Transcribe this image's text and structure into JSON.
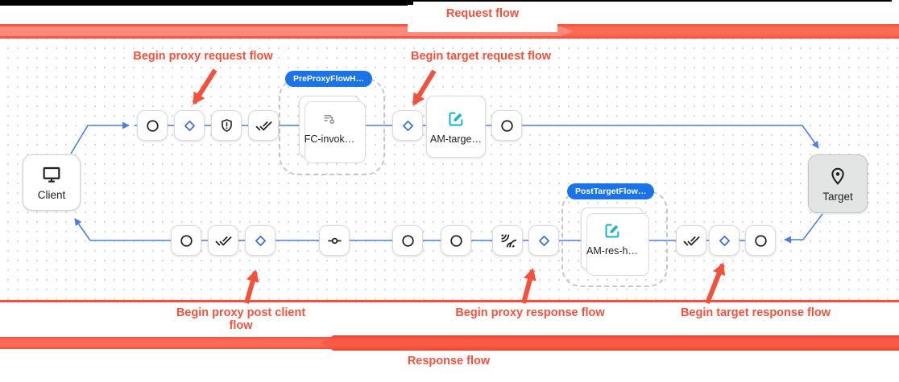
{
  "header": {
    "request_flow_label": "Request flow"
  },
  "footer": {
    "response_flow_label": "Response flow"
  },
  "annotations": [
    {
      "id": "begin-proxy-request",
      "label": "Begin proxy request flow"
    },
    {
      "id": "begin-target-request",
      "label": "Begin target request flow"
    },
    {
      "id": "begin-proxy-post-client",
      "label": "Begin proxy post client flow"
    },
    {
      "id": "begin-proxy-response",
      "label": "Begin proxy response flow"
    },
    {
      "id": "begin-target-response",
      "label": "Begin target response flow"
    }
  ],
  "endpoints": {
    "client": {
      "label": "Client",
      "icon": "desktop-monitor-icon"
    },
    "target": {
      "label": "Target",
      "icon": "location-pin-icon"
    }
  },
  "groups": {
    "pre_proxy": {
      "badge": "PreProxyFlowH…"
    },
    "post_target": {
      "badge": "PostTargetFlow…"
    }
  },
  "policies": {
    "fc_invoke": {
      "label": "FC-invok…",
      "icon": "flow-callout-icon"
    },
    "am_target": {
      "label": "AM-targe…",
      "icon": "edit-square-icon"
    },
    "am_response": {
      "label": "AM-res-h…",
      "icon": "edit-square-icon"
    }
  },
  "flow_steps": {
    "request": [
      "circle-icon",
      "diamond-icon",
      "shield-alert-icon",
      "done-all-icon",
      "diamond-icon",
      "circle-icon"
    ],
    "response": [
      "circle-icon",
      "done-all-icon",
      "diamond-icon",
      "commit-icon",
      "circle-icon",
      "circle-icon",
      "leak-signal-icon",
      "diamond-icon",
      "done-all-icon",
      "diamond-icon",
      "circle-icon"
    ]
  },
  "colors": {
    "accent_red": "#f4513d",
    "flow_blue": "#4c7de8",
    "badge_blue": "#1a73e8",
    "policy_teal": "#12b5cb",
    "target_fill": "#e3e4e4"
  }
}
